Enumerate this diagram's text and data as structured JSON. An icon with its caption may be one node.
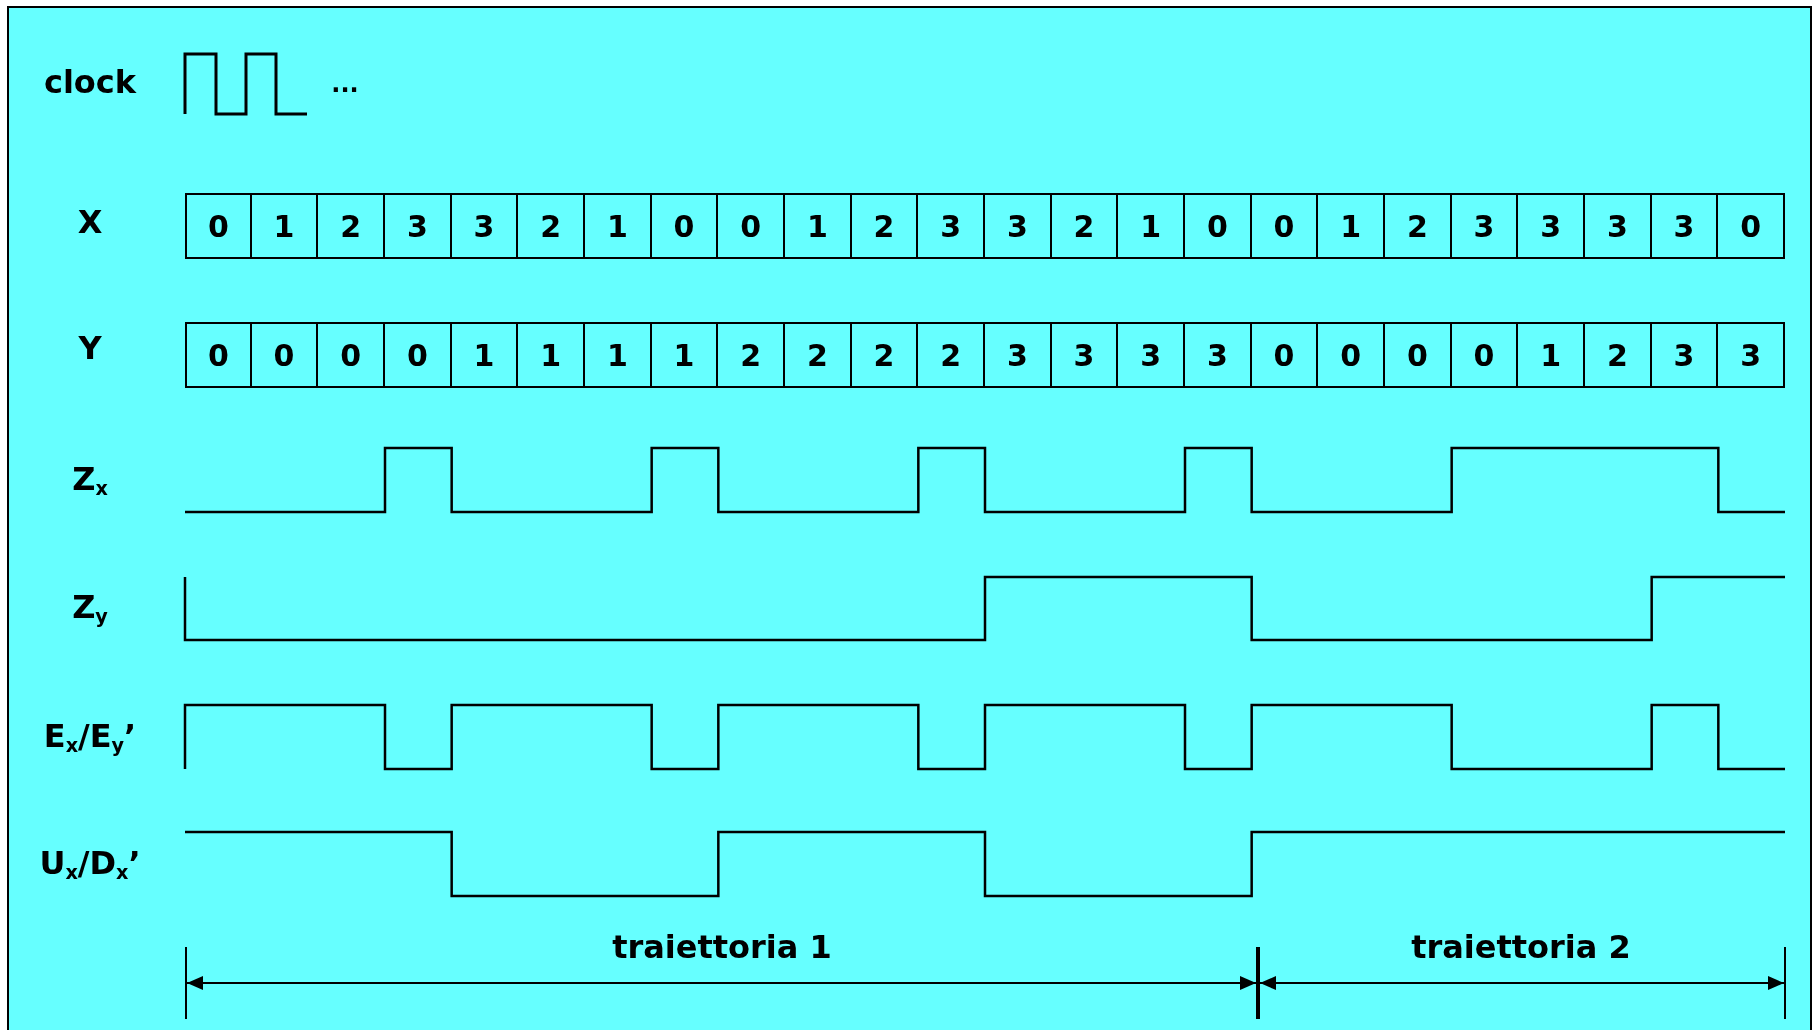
{
  "diagram": {
    "labels": [
      "clock",
      "...",
      "X",
      "0",
      "1",
      "2",
      "3",
      "3",
      "2",
      "1",
      "0",
      "0",
      "1",
      "2",
      "3",
      "3",
      "2",
      "1",
      "0",
      "0",
      "1",
      "2",
      "3",
      "3",
      "3",
      "3",
      "0",
      "Y",
      "0",
      "0",
      "0",
      "0",
      "1",
      "1",
      "1",
      "1",
      "2",
      "2",
      "2",
      "2",
      "3",
      "3",
      "3",
      "3",
      "0",
      "0",
      "0",
      "0",
      "1",
      "2",
      "3",
      "3",
      "Z$_{x}$",
      "Z$_{y}$",
      "E$_{x}$/E$_{y}$’",
      "U$_{x}$/D$_{x}$’",
      "traiettoria 1",
      "traiettoria 2"
    ]
  }
}
